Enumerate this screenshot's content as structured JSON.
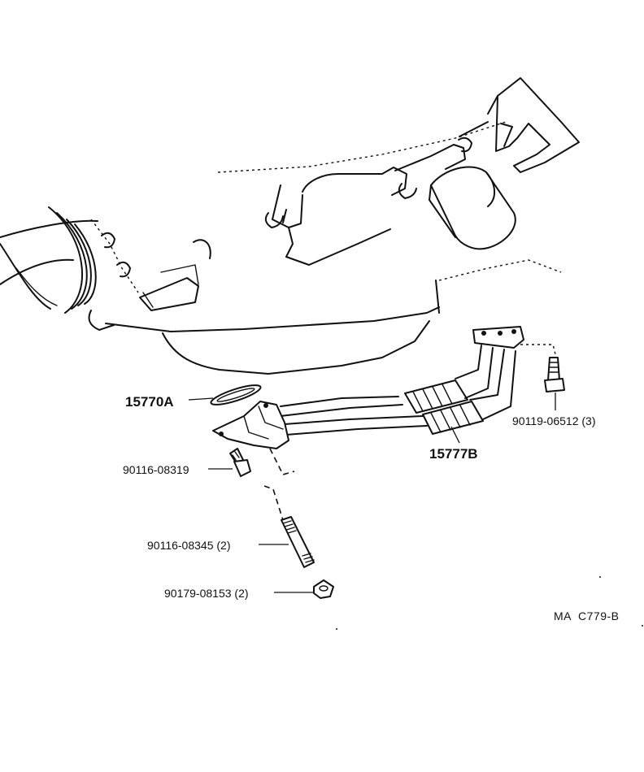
{
  "labels": {
    "gasket": "15770A",
    "tube": "15777B",
    "bolt_union": "90116-08319",
    "stud": "90116-08345 (2)",
    "nut": "90179-08153 (2)",
    "bolt_flange": "90119-06512 (3)",
    "diagram_ref": "MA  C779-B"
  },
  "icons": {
    "engine": "engine-block-icon",
    "oil_filter": "oil-filter-icon",
    "cooler_tube": "oil-cooler-tube-icon",
    "gasket": "gasket-icon",
    "bolt": "bolt-icon",
    "stud": "stud-bolt-icon",
    "nut": "nut-icon"
  }
}
